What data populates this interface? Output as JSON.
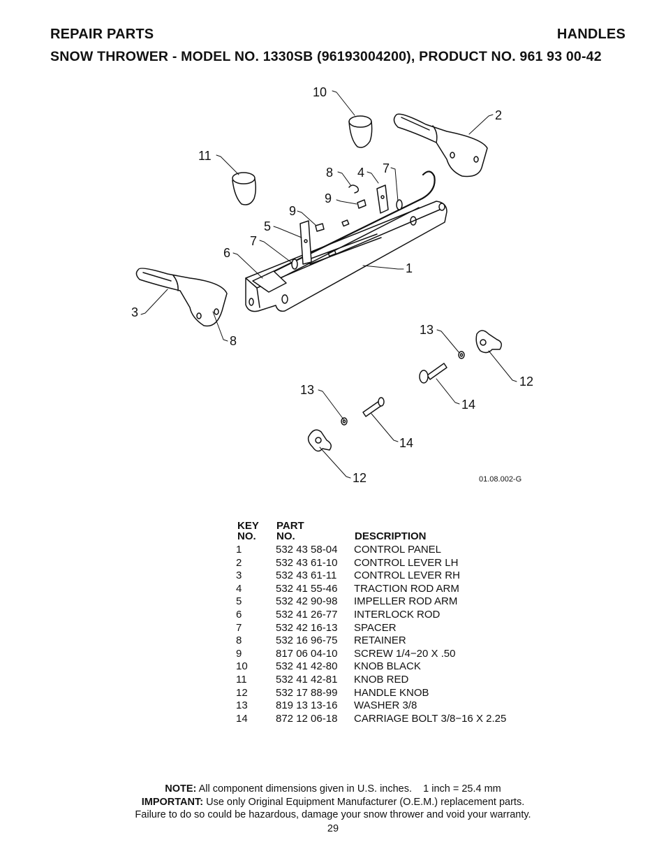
{
  "header": {
    "left": "REPAIR PARTS",
    "right": "HANDLES",
    "subtitle": "SNOW THROWER - MODEL NO. 1330SB (96193004200), PRODUCT NO. 961 93 00-42"
  },
  "diagram": {
    "drawing_number": "01.08.002-G",
    "callouts": [
      "10",
      "2",
      "11",
      "8",
      "4",
      "7",
      "9",
      "9",
      "5",
      "7",
      "6",
      "1",
      "3",
      "8",
      "13",
      "12",
      "14",
      "13",
      "14",
      "12"
    ]
  },
  "parts_table": {
    "headers": {
      "key_line1": "KEY",
      "key_line2": "NO.",
      "part_line1": "PART",
      "part_line2": "NO.",
      "description": "DESCRIPTION"
    },
    "rows": [
      {
        "key": "1",
        "part": "532 43 58-04",
        "desc": "CONTROL PANEL"
      },
      {
        "key": "2",
        "part": "532 43 61-10",
        "desc": "CONTROL LEVER LH"
      },
      {
        "key": "3",
        "part": "532 43 61-11",
        "desc": "CONTROL LEVER RH"
      },
      {
        "key": "4",
        "part": "532 41 55-46",
        "desc": "TRACTION ROD ARM"
      },
      {
        "key": "5",
        "part": "532 42 90-98",
        "desc": "IMPELLER ROD ARM"
      },
      {
        "key": "6",
        "part": "532 41 26-77",
        "desc": "INTERLOCK ROD"
      },
      {
        "key": "7",
        "part": "532 42 16-13",
        "desc": "SPACER"
      },
      {
        "key": "8",
        "part": "532 16 96-75",
        "desc": "RETAINER"
      },
      {
        "key": "9",
        "part": "817 06 04-10",
        "desc": "SCREW 1/4−20 X .50"
      },
      {
        "key": "10",
        "part": "532 41 42-80",
        "desc": "KNOB BLACK"
      },
      {
        "key": "11",
        "part": "532 41 42-81",
        "desc": "KNOB RED"
      },
      {
        "key": "12",
        "part": "532 17 88-99",
        "desc": "HANDLE KNOB"
      },
      {
        "key": "13",
        "part": "819 13 13-16",
        "desc": "WASHER 3/8"
      },
      {
        "key": "14",
        "part": "872 12 06-18",
        "desc": "CARRIAGE BOLT 3/8−16 X 2.25"
      }
    ]
  },
  "notes": {
    "note_label": "NOTE:",
    "note_text": "All component dimensions given in U.S. inches.    1 inch = 25.4 mm",
    "important_label": "IMPORTANT:",
    "important_text": "Use only Original Equipment Manufacturer (O.E.M.) replacement parts.",
    "warning_text": "Failure to do so could be hazardous, damage your snow thrower and void your warranty."
  },
  "page_number": "29"
}
